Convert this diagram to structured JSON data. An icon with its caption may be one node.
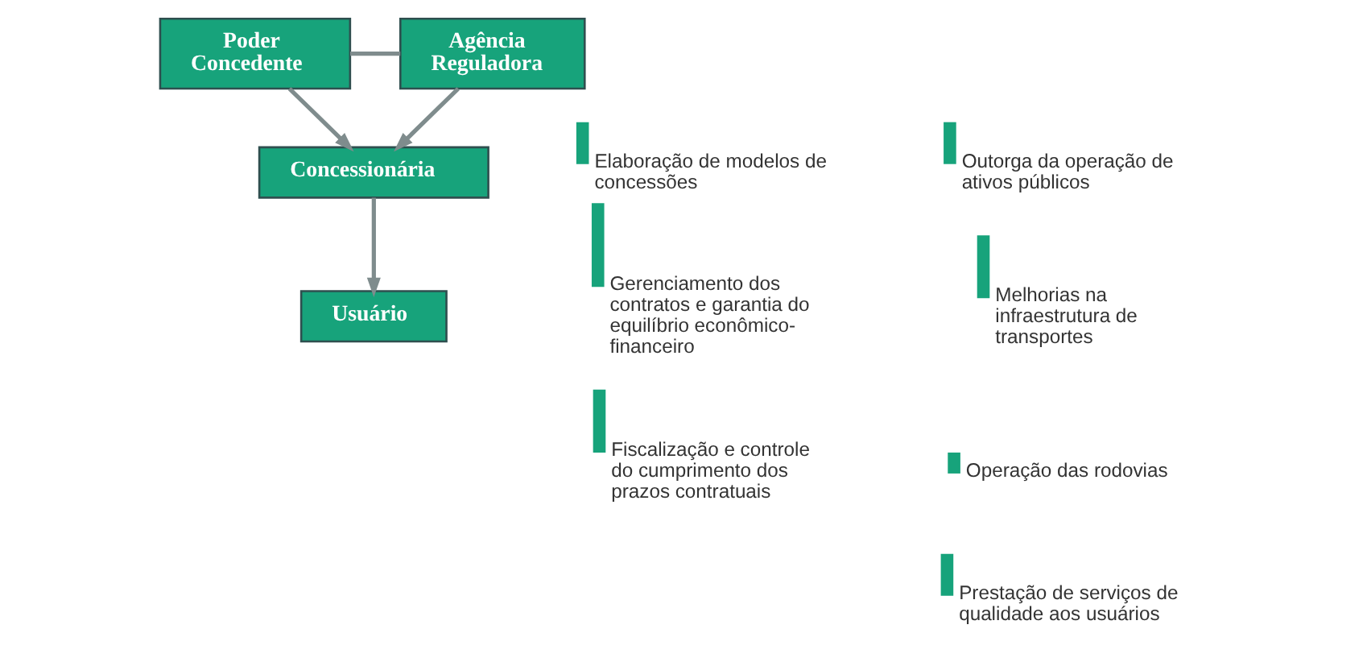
{
  "diagram": {
    "nodes": [
      {
        "text": [
          "Poder Concedente"
        ]
      },
      {
        "text": [
          "Agência Reguladora"
        ]
      },
      {
        "text": [
          "Concessionária"
        ]
      },
      {
        "text": [
          "Usuário"
        ]
      }
    ],
    "edges": [
      {
        "from": 0,
        "to": 1,
        "arrow": "none"
      },
      {
        "from": 0,
        "to": 2,
        "arrow": "to"
      },
      {
        "from": 1,
        "to": 2,
        "arrow": "to"
      },
      {
        "from": 2,
        "to": 3,
        "arrow": "to"
      }
    ],
    "labels": [
      "Outorga da operação de ativos públicos",
      "Melhorias na infraestrutura de transportes",
      "Operação das rodovias",
      "Prestação de serviços de qualidade aos usuários",
      "Elaboração de modelos de concessões",
      "Gerenciamento dos contratos e garantia do equilíbrio econômico-financeiro",
      "Fiscalização e controle do cumprimento dos prazos contratuais"
    ]
  }
}
